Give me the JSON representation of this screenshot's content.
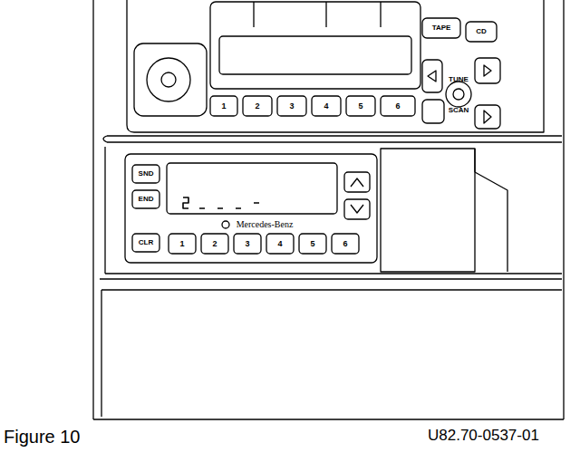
{
  "diagram": {
    "caption": "Figure 10",
    "labels": [
      "TAPE",
      "CD",
      "TUNE",
      "SCAN",
      "1",
      "2",
      "3",
      "4",
      "5",
      "6",
      "SND",
      "END",
      "CLR",
      "Mercedes-Benz",
      "1",
      "2",
      "3",
      "4",
      "5",
      "6",
      "U82.70-0537-01"
    ]
  }
}
